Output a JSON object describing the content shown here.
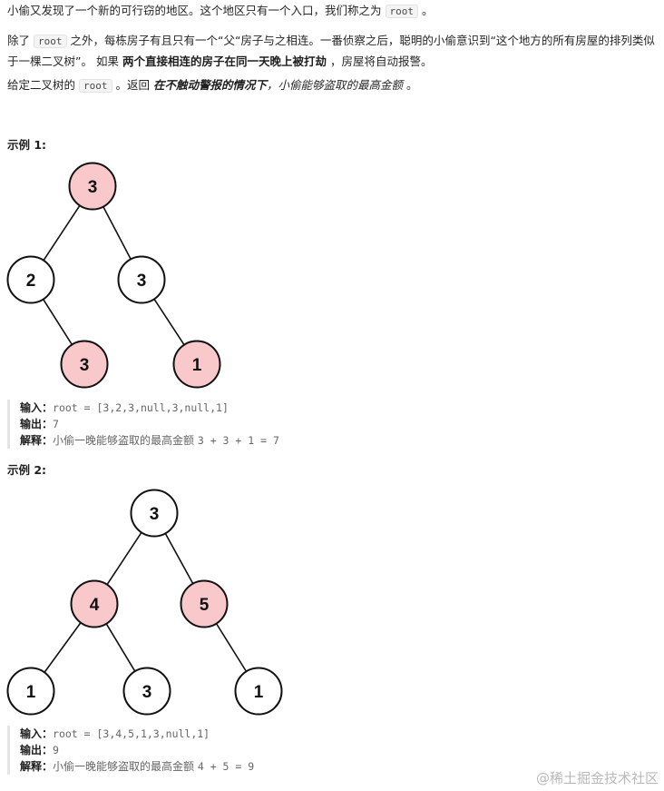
{
  "problem": {
    "p1_a": "小偷又发现了一个新的可行窃的地区。这个地区只有一个入口，我们称之为",
    "p1_code": "root",
    "p1_b": "。",
    "p2_a": "除了",
    "p2_code": "root",
    "p2_b": "之外，每栋房子有且只有一个“父“房子与之相连。一番侦察之后，聪明的小偷意识到“这个地方的所有房屋的排列类似于一棵二叉树”。 如果",
    "p2_bold": "两个直接相连的房子在同一天晚上被打劫",
    "p2_c": "，房屋将自动报警。",
    "p3_a": "给定二叉树的",
    "p3_code": "root",
    "p3_b": "。返回",
    "p3_boldital": "在不触动警报的情况下",
    "p3_ital": "，小偷能够盗取的最高金额",
    "p3_c": "。"
  },
  "examples": [
    {
      "title": "示例 1:",
      "tree": {
        "nodes": [
          {
            "label": "3",
            "robbed": true
          },
          {
            "label": "2",
            "robbed": false
          },
          {
            "label": "3",
            "robbed": false
          },
          {
            "label": "3",
            "robbed": true
          },
          {
            "label": "1",
            "robbed": true
          }
        ],
        "edges": [
          [
            0,
            1
          ],
          [
            0,
            2
          ],
          [
            1,
            3
          ],
          [
            2,
            4
          ]
        ]
      },
      "input_label": "输入：",
      "input": "root = [3,2,3,null,3,null,1]",
      "output_label": "输出：",
      "output": "7",
      "explain_label": "解释：",
      "explain_text": "小偷一晚能够盗取的最高金额",
      "explain_expr": "3 + 3 + 1 = 7"
    },
    {
      "title": "示例 2:",
      "tree": {
        "nodes": [
          {
            "label": "3",
            "robbed": false
          },
          {
            "label": "4",
            "robbed": true
          },
          {
            "label": "5",
            "robbed": true
          },
          {
            "label": "1",
            "robbed": false
          },
          {
            "label": "3",
            "robbed": false
          },
          {
            "label": "1",
            "robbed": false
          }
        ],
        "edges": [
          [
            0,
            1
          ],
          [
            0,
            2
          ],
          [
            1,
            3
          ],
          [
            1,
            4
          ],
          [
            2,
            5
          ]
        ]
      },
      "input_label": "输入：",
      "input": "root = [3,4,5,1,3,null,1]",
      "output_label": "输出：",
      "output": "9",
      "explain_label": "解释：",
      "explain_text": "小偷一晚能够盗取的最高金额",
      "explain_expr": "4 + 5 = 9"
    }
  ],
  "colors": {
    "robbed_fill": "#f8c8cb",
    "normal_fill": "#ffffff",
    "stroke": "#111111"
  },
  "watermark": "@稀土掘金技术社区"
}
